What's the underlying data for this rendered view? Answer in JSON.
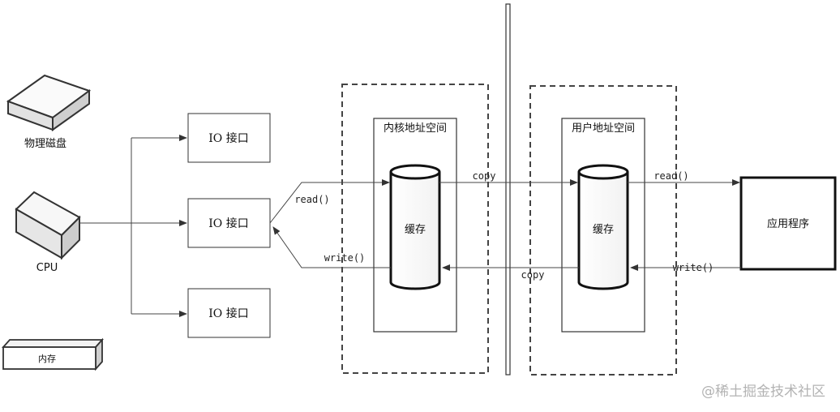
{
  "devices": {
    "disk": "物理磁盘",
    "cpu": "CPU",
    "memory": "内存"
  },
  "io_ports": [
    "IO 接口",
    "IO 接口",
    "IO 接口"
  ],
  "kernel": {
    "title": "内核地址空间",
    "buffer": "缓存"
  },
  "user": {
    "title": "用户地址空间",
    "buffer": "缓存"
  },
  "app": {
    "label": "应用程序"
  },
  "arrows": {
    "read_io": "read()",
    "write_io": "write()",
    "copy_top": "copy",
    "copy_bottom": "copy",
    "read_app": "read()",
    "write_app": "write()"
  },
  "watermark": "@稀土掘金技术社区"
}
